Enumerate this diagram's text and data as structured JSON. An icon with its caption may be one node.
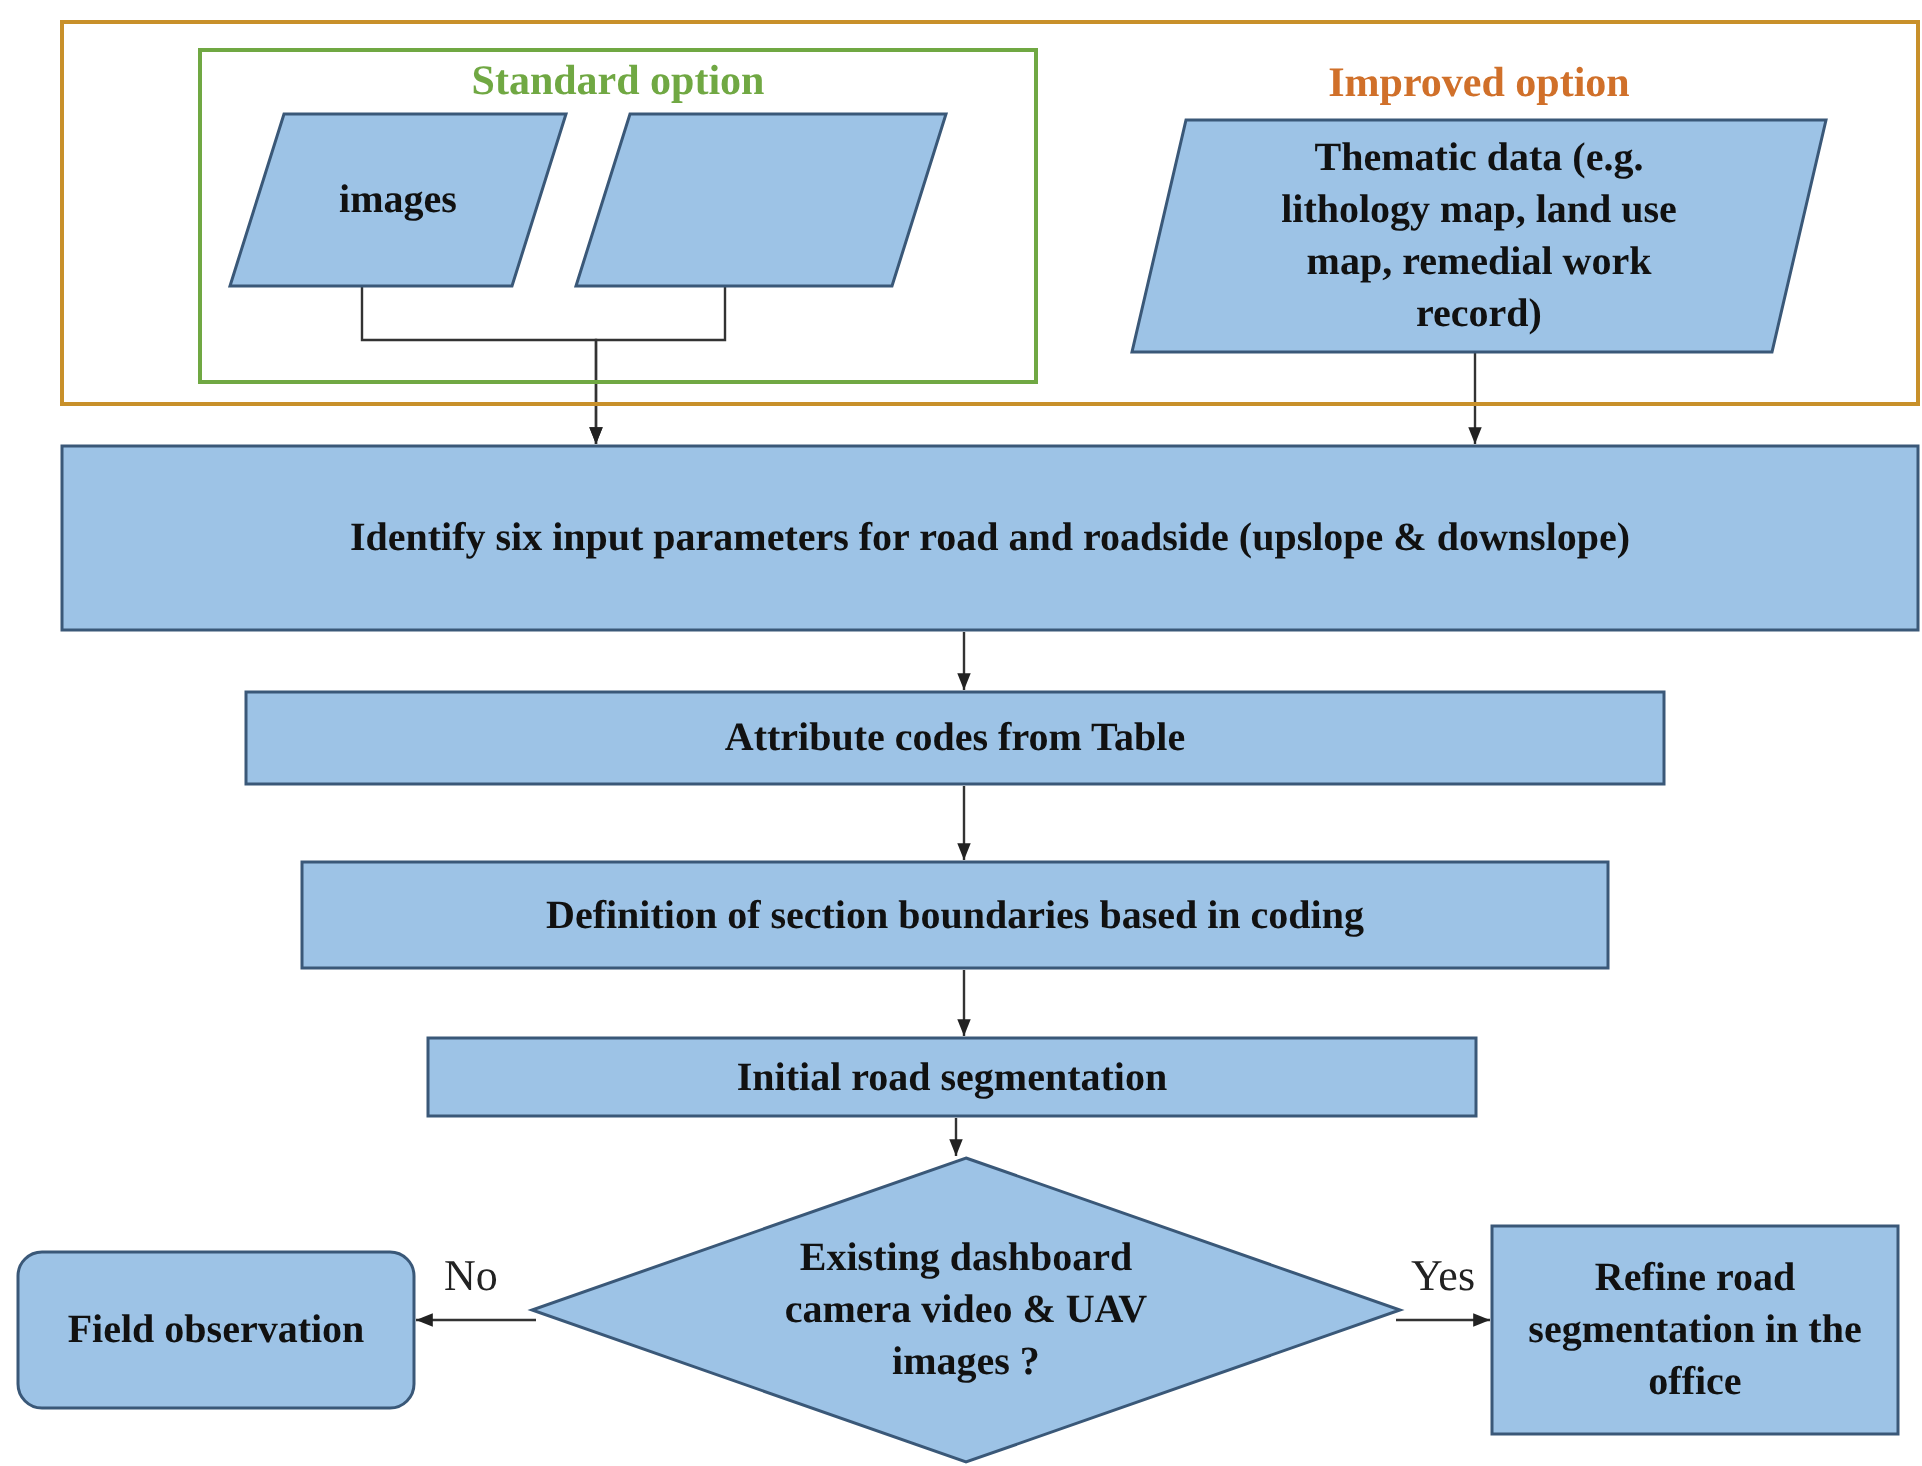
{
  "diagram": {
    "nodes": [
      {
        "text": [],
        "shape": "box"
      },
      {
        "text": [
          "Standard option"
        ],
        "in": 0
      },
      {
        "text": [
          "images"
        ],
        "in": 1
      },
      {
        "text": [],
        "shape": "parallelogram",
        "in": 1
      },
      {
        "text": [
          "Thematic data (e.g. lithology map, land use map, remedial work record)"
        ],
        "beside": [
          "Improved option"
        ],
        "in": 0
      },
      {
        "text": [
          "Identify six input parameters for road and roadside (upslope & downslope)"
        ]
      },
      {
        "text": [
          "Attribute codes from Table"
        ]
      },
      {
        "text": [
          "Definition of section boundaries based in coding"
        ]
      },
      {
        "text": [
          "Initial road segmentation"
        ]
      },
      {
        "text": [
          "Existing dashboard camera video & UAV images ?"
        ]
      },
      {
        "text": [
          "Field observation"
        ]
      },
      {
        "text": [
          "Refine road segmentation in the office"
        ]
      }
    ],
    "edges": [
      {
        "from": 2,
        "to": 5,
        "arrow": "to"
      },
      {
        "from": 3,
        "to": 5,
        "arrow": "to"
      },
      {
        "from": 4,
        "to": 5,
        "arrow": "to"
      },
      {
        "from": 5,
        "to": 6,
        "arrow": "to"
      },
      {
        "from": 6,
        "to": 7,
        "arrow": "to"
      },
      {
        "from": 7,
        "to": 8,
        "arrow": "to"
      },
      {
        "from": 8,
        "to": 9,
        "arrow": "to"
      },
      {
        "from": 9,
        "to": 10,
        "label": "No",
        "arrow": "to"
      },
      {
        "from": 9,
        "to": 11,
        "label": "Yes",
        "arrow": "to"
      }
    ]
  }
}
